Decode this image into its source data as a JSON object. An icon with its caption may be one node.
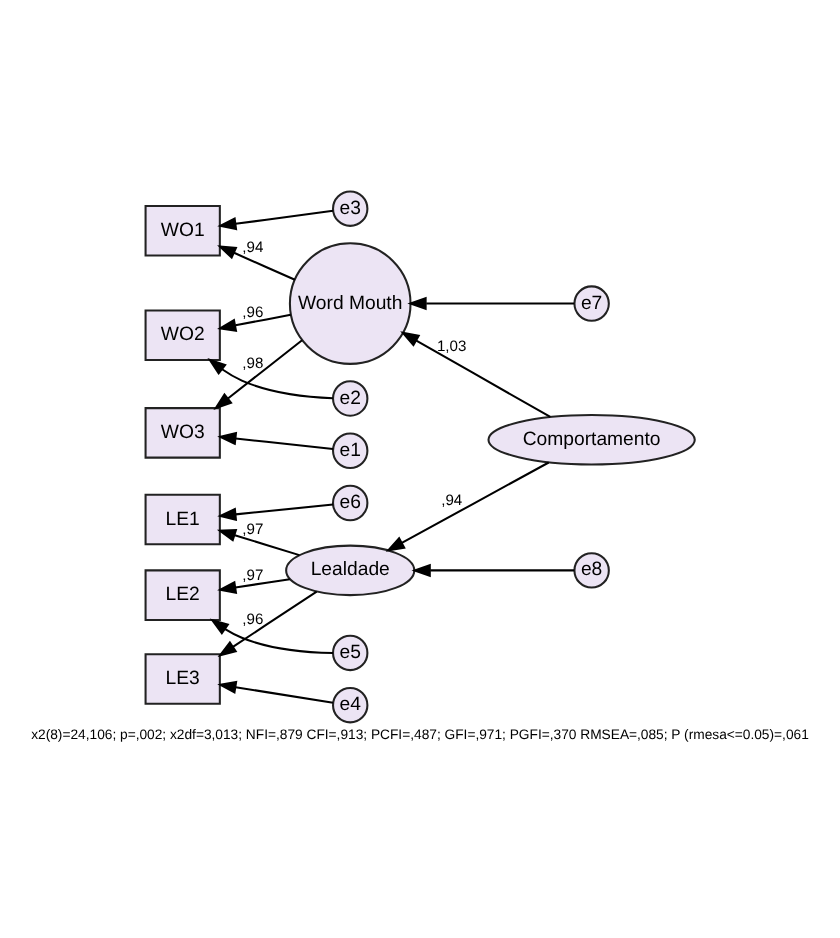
{
  "diagram": {
    "caption": "x2(8)=24,106; p=,002; x2df=3,013; NFI=,879 CFI=,913; PCFI=,487; GFI=,971; PGFI=,370 RMSEA=,085; P (rmesa<=0.05)=,061",
    "nodes": [
      {
        "text": [
          "e7"
        ]
      },
      {
        "text": [
          "e3"
        ]
      },
      {
        "text": [
          "WO1"
        ]
      },
      {
        "text": [
          "e2"
        ]
      },
      {
        "text": [
          "WO2"
        ]
      },
      {
        "text": [
          "Word Mouth"
        ]
      },
      {
        "text": [
          "e1"
        ]
      },
      {
        "text": [
          "WO3"
        ]
      },
      {
        "text": [
          "Comportamento"
        ]
      },
      {
        "text": [
          "e6"
        ]
      },
      {
        "text": [
          "LE1"
        ]
      },
      {
        "text": [
          "e5"
        ]
      },
      {
        "text": [
          "LE2"
        ]
      },
      {
        "text": [
          "Lealdade"
        ]
      },
      {
        "text": [
          "e4"
        ]
      },
      {
        "text": [
          "LE3"
        ]
      },
      {
        "text": [
          "e8"
        ]
      }
    ],
    "edges": [
      {
        "from": 0,
        "to": 5,
        "arrow": "to"
      },
      {
        "from": 1,
        "to": 2,
        "arrow": "to"
      },
      {
        "from": 5,
        "to": 2,
        "arrow": "to",
        "label": ",94"
      },
      {
        "from": 3,
        "to": 4,
        "arrow": "to"
      },
      {
        "from": 5,
        "to": 4,
        "arrow": "to",
        "label": ",96"
      },
      {
        "from": 6,
        "to": 7,
        "arrow": "to"
      },
      {
        "from": 5,
        "to": 7,
        "arrow": "to",
        "label": ",98"
      },
      {
        "from": 8,
        "to": 5,
        "arrow": "to",
        "label": "1,03"
      },
      {
        "from": 8,
        "to": 13,
        "arrow": "to",
        "label": ",94"
      },
      {
        "from": 9,
        "to": 10,
        "arrow": "to"
      },
      {
        "from": 13,
        "to": 10,
        "arrow": "to",
        "label": ",97"
      },
      {
        "from": 11,
        "to": 12,
        "arrow": "to"
      },
      {
        "from": 13,
        "to": 12,
        "arrow": "to",
        "label": ",97"
      },
      {
        "from": 14,
        "to": 15,
        "arrow": "to"
      },
      {
        "from": 13,
        "to": 15,
        "arrow": "to",
        "label": ",96"
      },
      {
        "from": 16,
        "to": 13,
        "arrow": "to"
      }
    ]
  }
}
